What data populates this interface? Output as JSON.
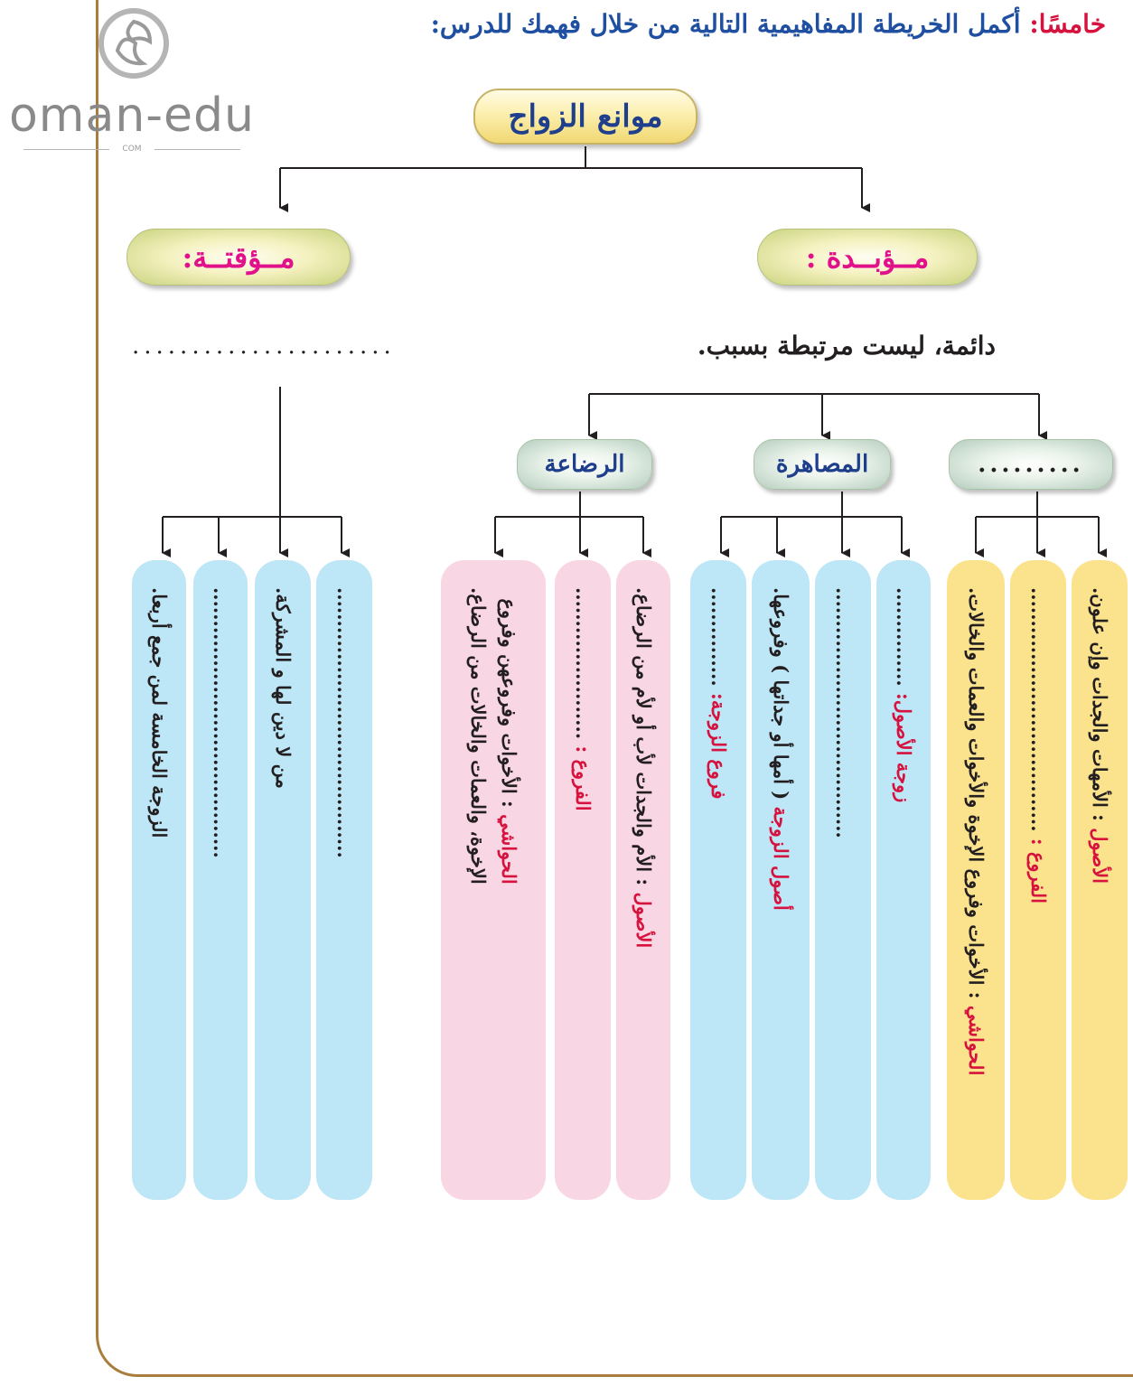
{
  "heading": {
    "lead": "خامسًا:",
    "text": " أكمل الخريطة المفاهيمية التالية من خلال فهمك للدرس:"
  },
  "logo": {
    "text": "oman-edu",
    "sub": "COM"
  },
  "root": {
    "label": "موانع الزواج"
  },
  "permanent": {
    "label": "مــؤبــدة :",
    "note": "دائمة، ليست مرتبطة بسبب.",
    "categories": {
      "kinship": {
        "label": ".........",
        "columns": [
          {
            "red": "الأصول",
            "text": ": الأمهات والجدات وإن علون."
          },
          {
            "red": "الفروع :",
            "text": "....................................."
          },
          {
            "red": "الحواشي",
            "text": ": الأخوات وفروع الإخوة والأخوات والعمات والخالات."
          }
        ]
      },
      "marriage": {
        "label": "المصاهرة",
        "columns": [
          {
            "red": "زوجة الأصول:",
            "text": "..............."
          },
          {
            "red": "",
            "text": "......................................"
          },
          {
            "red": "أصول الزوجة",
            "text": "( أمها أو جداتها ) وفروعها."
          },
          {
            "red": "فروع الزوجة:",
            "text": "..............."
          }
        ]
      },
      "nursing": {
        "label": "الرضاعة",
        "columns": [
          {
            "red": "الأصول",
            "text": ": الأم والجدات لأب أو لأم من الرضاع."
          },
          {
            "red": "الفروع :",
            "text": "......................."
          },
          {
            "red": "الحواشي",
            "text": " : الأخوات وفروعهن وفروع",
            "line2": "الإخوة، والعمات والخالات من الرضاع."
          }
        ]
      }
    }
  },
  "temporary": {
    "label": "مــؤقتــة:",
    "dots": "......................",
    "columns": [
      {
        "text": "........................................."
      },
      {
        "text": "من لا دين لها و المشركة."
      },
      {
        "text": "........................................."
      },
      {
        "text": "الزوجة الخامسة لمن جمع أربعا."
      }
    ]
  },
  "colors": {
    "blue_column": "#bde6f6",
    "yellow_column": "#fbe38e",
    "pink_column": "#f9d6e3",
    "heading_blue": "#1f4fa0",
    "accent_red": "#d6123e",
    "magenta": "#e0118b"
  }
}
